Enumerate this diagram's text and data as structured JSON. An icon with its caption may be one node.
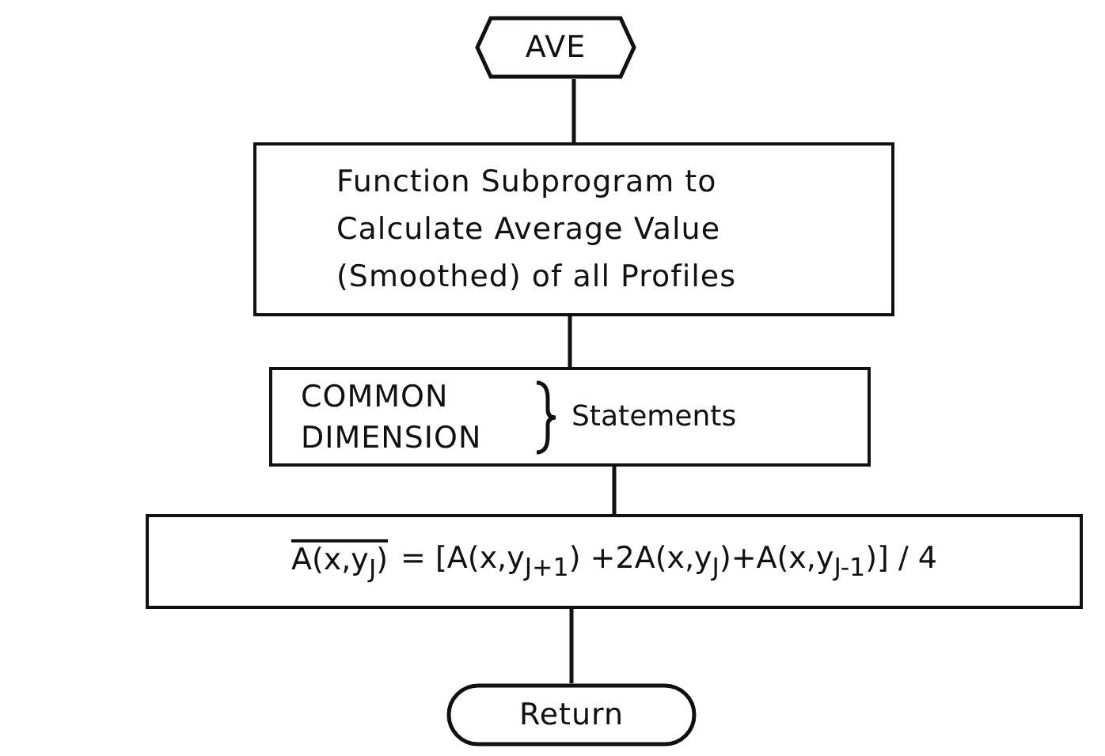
{
  "diagram": {
    "nodes": [
      {
        "text": [
          "AVE"
        ]
      },
      {
        "text": [
          "Function Subprogram to Calculate Average Value (Smoothed) of all Profiles"
        ]
      },
      {
        "text": [
          "COMMON DIMENSION",
          "Statements"
        ]
      },
      {
        "text": [
          "A(x,y$_{J}$)",
          "= [A(x,y$_{J+1}$) +2A(x,y$_{J}$)+A(x,y$_{J-1}$)] / 4"
        ]
      },
      {
        "text": [
          "Return"
        ]
      }
    ],
    "edges": [
      {
        "from": 0,
        "to": 1,
        "arrow": "none"
      },
      {
        "from": 1,
        "to": 2,
        "arrow": "none"
      },
      {
        "from": 2,
        "to": 3,
        "arrow": "none"
      },
      {
        "from": 3,
        "to": 4,
        "arrow": "none"
      }
    ]
  }
}
